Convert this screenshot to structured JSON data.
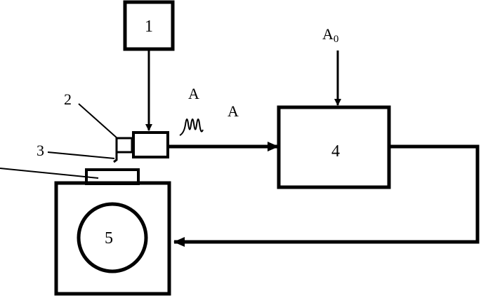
{
  "diagram": {
    "labels": {
      "block1": "1",
      "block4": "4",
      "block5": "5",
      "part2": "2",
      "part3": "3",
      "signal_wave": "A",
      "signal_arrow": "A",
      "reference": "A",
      "reference_sub": "0"
    }
  }
}
